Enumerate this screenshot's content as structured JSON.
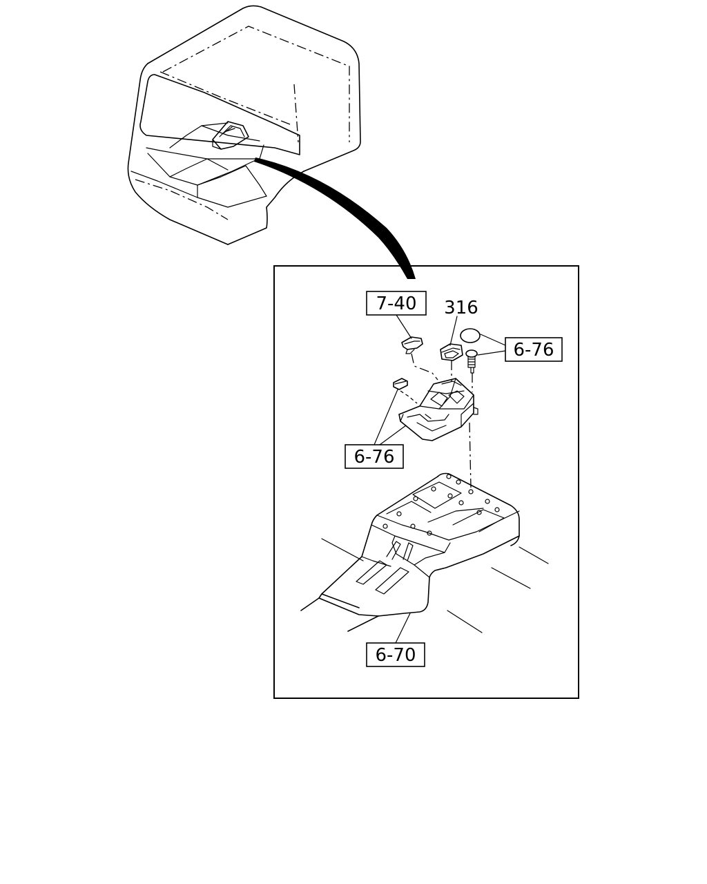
{
  "diagram": {
    "callouts": {
      "wiring_ref": "7-40",
      "part_number": "316",
      "bracket_ref_top": "6-76",
      "bracket_ref_left": "6-76",
      "console_ref": "6-70"
    }
  }
}
